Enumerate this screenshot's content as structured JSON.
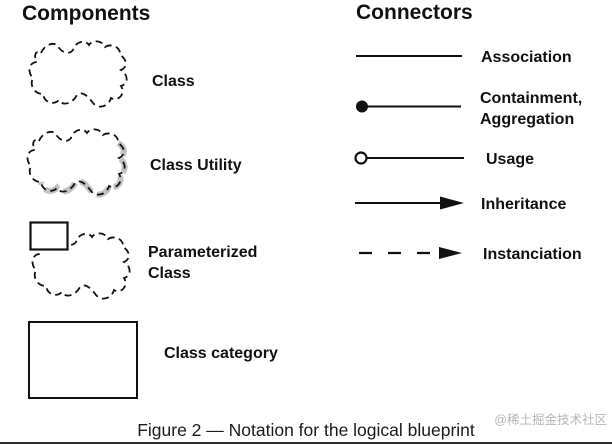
{
  "components": {
    "heading": "Components",
    "items": [
      {
        "name": "class",
        "symbol": "dashed-cloud",
        "label_lines": [
          "Class"
        ]
      },
      {
        "name": "class-utility",
        "symbol": "dashed-cloud-shaded",
        "label_lines": [
          "Class Utility"
        ]
      },
      {
        "name": "parameterized-class",
        "symbol": "dashed-cloud-with-parameter-box",
        "label_lines": [
          "Parameterized",
          "Class"
        ]
      },
      {
        "name": "class-category",
        "symbol": "solid-rectangle",
        "label_lines": [
          "Class category"
        ]
      }
    ]
  },
  "connectors": {
    "heading": "Connectors",
    "items": [
      {
        "name": "association",
        "symbol": "solid-line",
        "label_lines": [
          "Association"
        ]
      },
      {
        "name": "containment-aggregation",
        "symbol": "solid-line-with-filled-circle",
        "label_lines": [
          "Containment,",
          "Aggregation"
        ]
      },
      {
        "name": "usage",
        "symbol": "solid-line-with-open-circle",
        "label_lines": [
          "Usage"
        ]
      },
      {
        "name": "inheritance",
        "symbol": "solid-line-with-filled-arrow",
        "label_lines": [
          "Inheritance"
        ]
      },
      {
        "name": "instanciation",
        "symbol": "dashed-line-with-filled-arrow",
        "label_lines": [
          "Instanciation"
        ]
      }
    ]
  },
  "caption": "Figure 2 — Notation for the logical blueprint",
  "watermark": "@稀土掘金技术社区",
  "colors": {
    "ink": "#111111",
    "shadow": "#c2c2c2",
    "watermark": "#b6b6b6",
    "background": "#ffffff"
  }
}
